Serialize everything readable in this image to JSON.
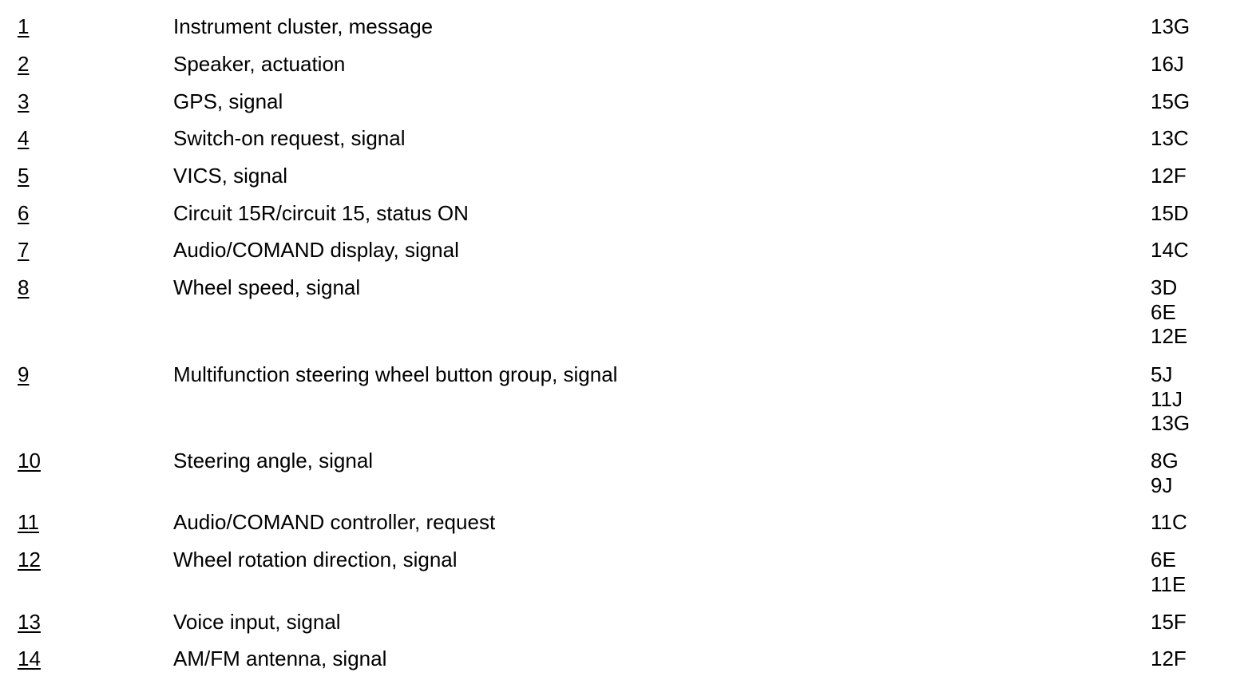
{
  "rows": [
    {
      "number": "1",
      "description": "Instrument cluster, message",
      "refs": [
        "13G"
      ]
    },
    {
      "number": "2",
      "description": "Speaker, actuation",
      "refs": [
        "16J"
      ]
    },
    {
      "number": "3",
      "description": "GPS, signal",
      "refs": [
        "15G"
      ]
    },
    {
      "number": "4",
      "description": "Switch-on request, signal",
      "refs": [
        "13C"
      ]
    },
    {
      "number": "5",
      "description": "VICS, signal",
      "refs": [
        "12F"
      ]
    },
    {
      "number": "6",
      "description": "Circuit 15R/circuit 15, status ON",
      "refs": [
        "15D"
      ]
    },
    {
      "number": "7",
      "description": "Audio/COMAND display, signal",
      "refs": [
        "14C"
      ]
    },
    {
      "number": "8",
      "description": "Wheel speed, signal",
      "refs": [
        "3D",
        "6E",
        "12E"
      ]
    },
    {
      "number": "9",
      "description": "Multifunction steering wheel button group, signal",
      "refs": [
        "5J",
        "11J",
        "13G"
      ]
    },
    {
      "number": "10",
      "description": "Steering angle, signal",
      "refs": [
        "8G",
        "9J"
      ]
    },
    {
      "number": "11",
      "description": "Audio/COMAND controller, request",
      "refs": [
        "11C"
      ]
    },
    {
      "number": "12",
      "description": "Wheel rotation direction, signal",
      "refs": [
        "6E",
        "11E"
      ]
    },
    {
      "number": "13",
      "description": "Voice input, signal",
      "refs": [
        "15F"
      ]
    },
    {
      "number": "14",
      "description": "AM/FM antenna, signal",
      "refs": [
        "12F"
      ]
    }
  ]
}
